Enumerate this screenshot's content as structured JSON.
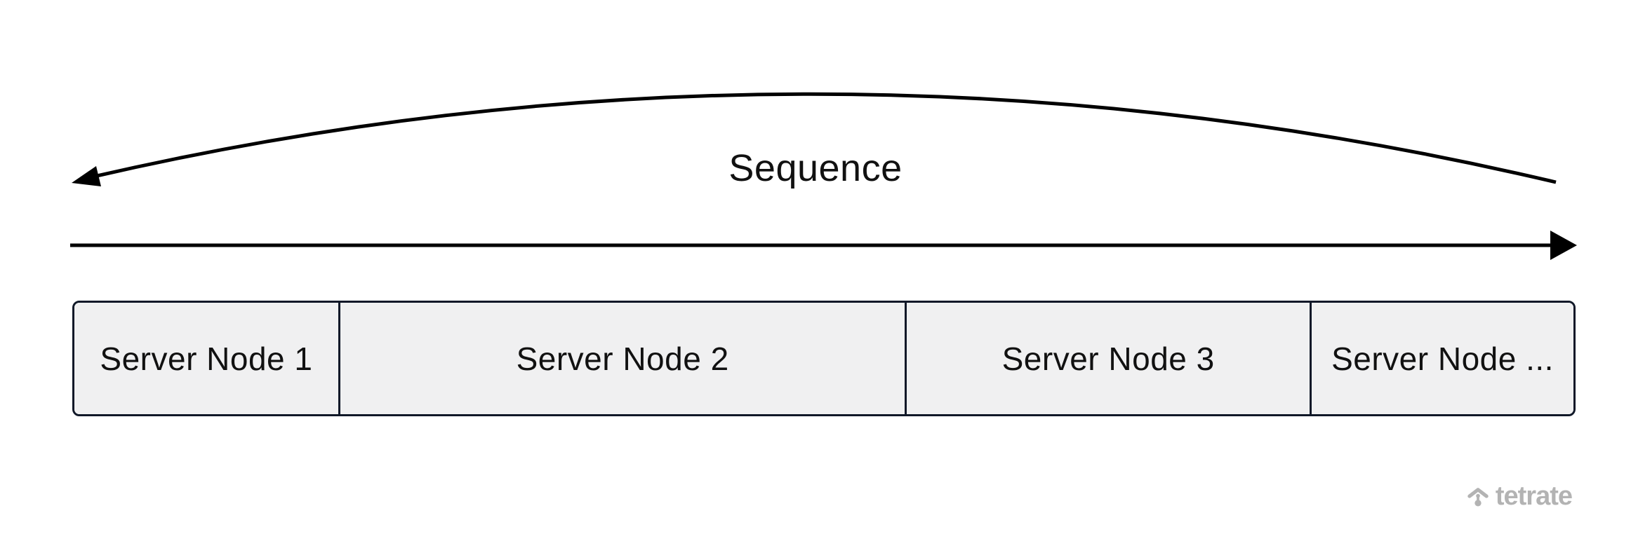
{
  "diagram": {
    "sequence_label": "Sequence",
    "nodes": [
      {
        "label": "Server Node 1"
      },
      {
        "label": "Server Node 2"
      },
      {
        "label": "Server Node 3"
      },
      {
        "label": "Server Node ..."
      }
    ]
  },
  "branding": {
    "logo_text": "tetrate"
  },
  "colors": {
    "node_fill": "#f0f0f1",
    "node_border": "#101828",
    "arrow": "#000000",
    "label_text": "#111111",
    "logo": "#b3b3b3"
  }
}
